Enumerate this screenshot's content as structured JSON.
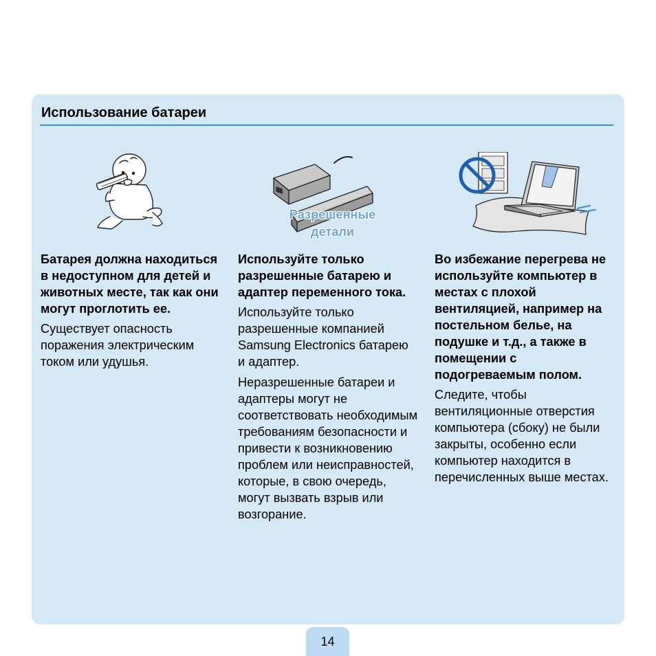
{
  "section": {
    "title": "Использование батареи"
  },
  "columns": [
    {
      "lead": "Батарея должна находиться в недоступном для детей и животных месте, так как они могут проглотить ее.",
      "paragraphs": [
        "Существует опасность поражения электрическим током или удушья."
      ]
    },
    {
      "illustration_caption": "Разрешенные детали",
      "lead": "Используйте только разрешенные батарею и адаптер переменного тока.",
      "paragraphs": [
        "Используйте только разрешенные компанией Samsung Electronics батарею и адаптер.",
        "Неразрешенные батареи и адаптеры могут не соответствовать необходимым требованиям безопасности и привести к возникновению проблем или неисправностей, которые, в свою очередь, могут вызвать взрыв или возгорание."
      ]
    },
    {
      "lead": "Во избежание перегрева не используйте компьютер в местах с плохой вентиляцией, например на постельном белье, на подушке и т.д., а также в помещении с подогреваемым полом.",
      "paragraphs": [
        "Следите, чтобы вентиляционные отверстия компьютера (сбоку) не были закрыты, особенно если компьютер находится в перечисленных выше местах."
      ]
    }
  ],
  "icons": {
    "illustration_1": "baby-chewing-battery-illustration",
    "illustration_2": "adapter-and-battery-illustration",
    "illustration_3": "laptop-on-pillow-prohibited-illustration"
  },
  "page": {
    "number": "14"
  },
  "colors": {
    "panel": "#d5e8f6",
    "rule": "#3b8fd0",
    "caption": "#6aa5dc",
    "page_tab": "#bddcf3"
  }
}
